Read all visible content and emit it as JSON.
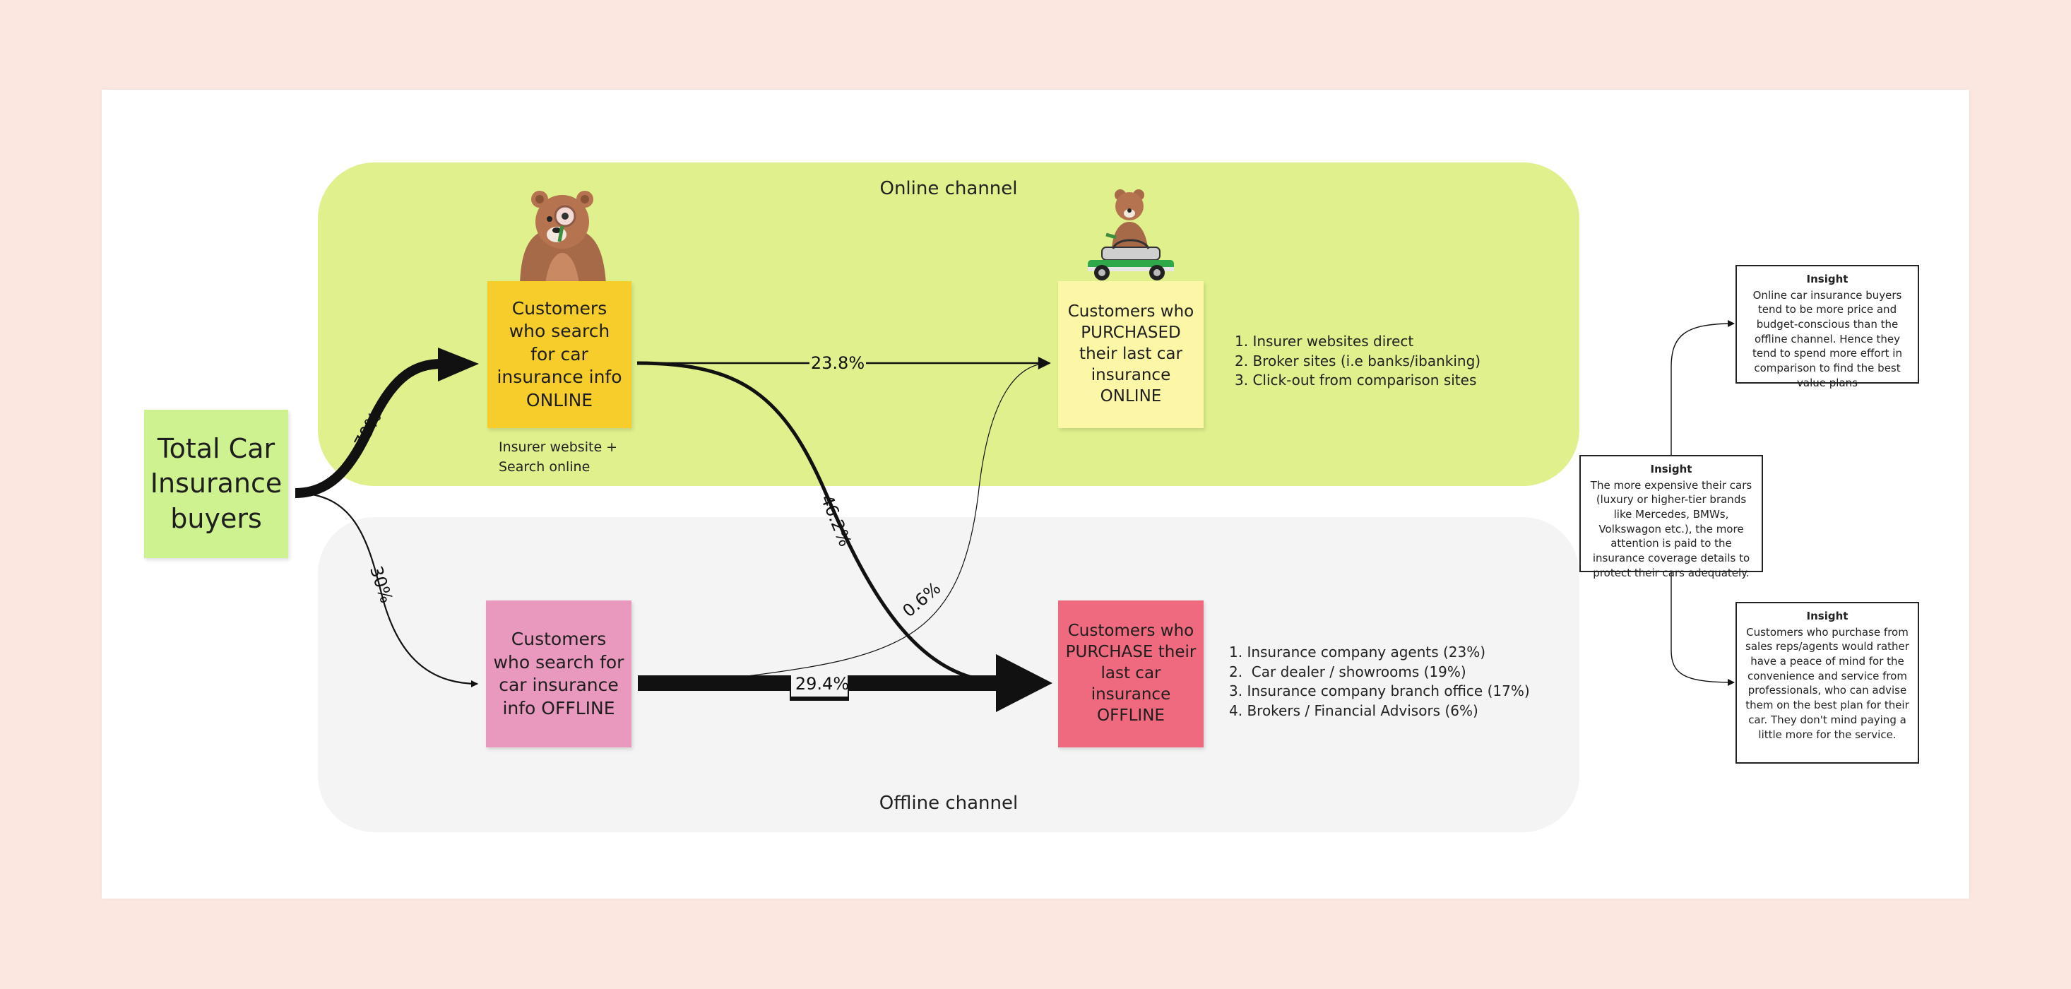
{
  "panels": {
    "online_label": "Online channel",
    "offline_label": "Offline channel"
  },
  "nodes": {
    "total": "Total Car Insurance buyers",
    "search_online": "Customers who search for car insurance info ONLINE",
    "search_online_note_line1": "Insurer website +",
    "search_online_note_line2": "Search online",
    "search_offline": "Customers who search for car insurance info OFFLINE",
    "purchase_online": "Customers who PURCHASED their last car insurance ONLINE",
    "purchase_offline": "Customers who PURCHASE their last car insurance OFFLINE"
  },
  "online_list": [
    "1. Insurer websites direct",
    "2. Broker sites (i.e banks/ibanking)",
    "3. Click-out from comparison sites"
  ],
  "offline_list": [
    "1. Insurance company agents (23%)",
    "2.  Car dealer / showrooms (19%)",
    "3. Insurance company branch office (17%)",
    "4. Brokers / Financial Advisors (6%)"
  ],
  "flows": {
    "total_to_online": "70%",
    "total_to_offline": "30%",
    "online_to_online": "23.8%",
    "online_to_offline": "46.2%",
    "offline_to_online": "0.6%",
    "offline_to_offline": "29.4%"
  },
  "insights": {
    "main": {
      "title": "Insight",
      "body": "The more expensive their cars (luxury or higher-tier brands like Mercedes, BMWs, Volkswagon etc.), the more attention is paid to the insurance coverage details to protect their cars adequately."
    },
    "online": {
      "title": "Insight",
      "body": "Online car insurance buyers tend to be more price and budget-conscious than the offline channel. Hence they tend to spend more effort in comparison to find the best value plans"
    },
    "offline": {
      "title": "Insight",
      "body": "Customers who purchase from sales reps/agents would rather have a peace of mind for the convenience and service from professionals, who can advise them on the best plan for their car. They don't mind paying a little more for the service."
    }
  },
  "colors": {
    "online_panel": "#dff08c",
    "offline_panel": "#f4f4f4",
    "total": "#cdf28f",
    "search_online": "#f6cd2a",
    "search_offline": "#e899bd",
    "purchase_online": "#fbf7a6",
    "purchase_offline": "#ef6a7e"
  },
  "icons": [
    "bear-magnifier-icon",
    "bear-car-icon"
  ]
}
